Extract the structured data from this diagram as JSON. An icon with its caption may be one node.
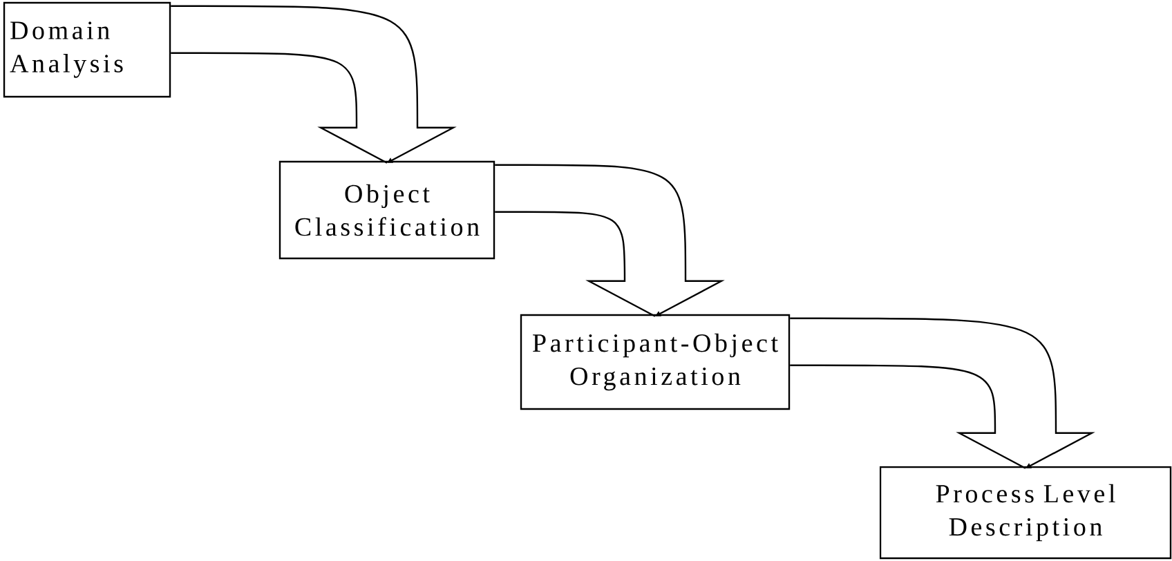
{
  "diagram": {
    "nodes": [
      {
        "text": [
          "Domain Analysis"
        ]
      },
      {
        "text": [
          "Object Classification"
        ]
      },
      {
        "text": [
          "Participant-Object Organization"
        ]
      },
      {
        "text": [
          "Process Level Description"
        ]
      }
    ],
    "edges": [
      {
        "from": 0,
        "to": 1,
        "arrow": "to"
      },
      {
        "from": 1,
        "to": 2,
        "arrow": "to"
      },
      {
        "from": 2,
        "to": 3,
        "arrow": "to"
      }
    ]
  }
}
